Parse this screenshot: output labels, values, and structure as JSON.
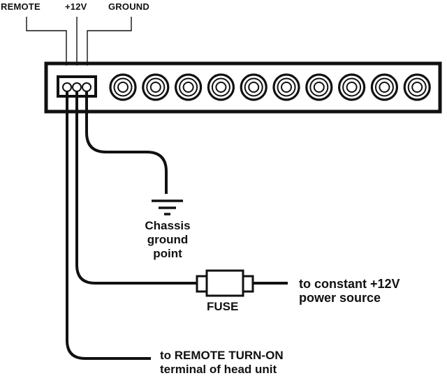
{
  "diagram": {
    "terminal_labels": {
      "remote": "REMOTE",
      "plus12v": "+12V",
      "ground": "GROUND"
    },
    "rca_jack_count": 10,
    "ground_label": [
      "Chassis",
      "ground",
      "point"
    ],
    "fuse_label": "FUSE",
    "power_label": [
      "to constant +12V",
      "power source"
    ],
    "remote_label": [
      "to REMOTE TURN-ON",
      "terminal of head unit"
    ],
    "colors": {
      "ink": "#111111",
      "background": "#ffffff"
    }
  }
}
